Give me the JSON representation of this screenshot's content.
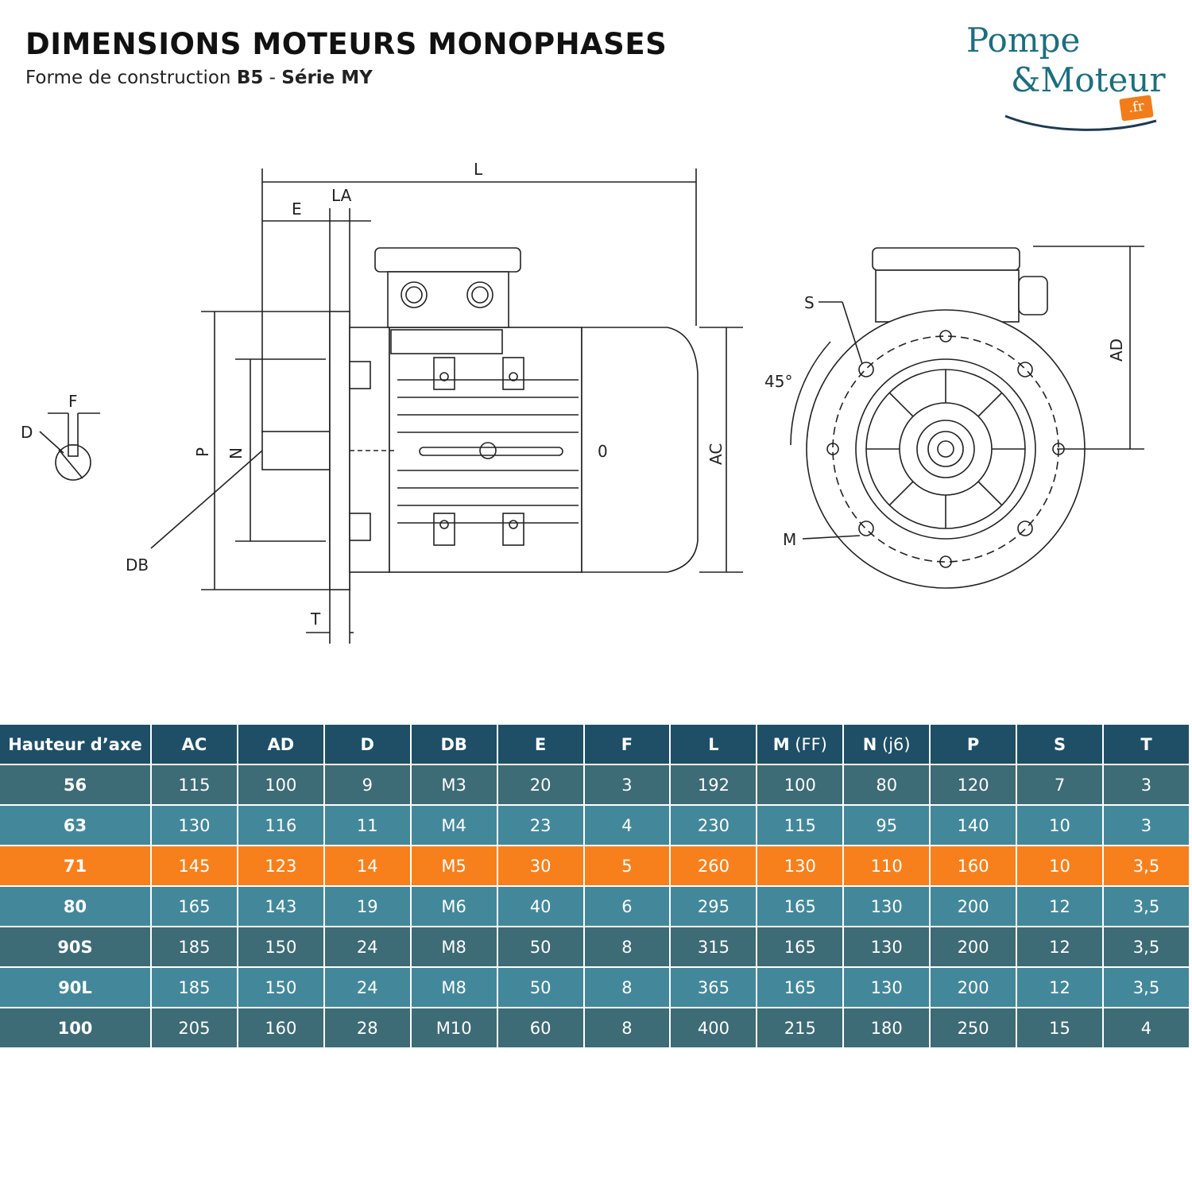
{
  "header": {
    "title": "DIMENSIONS MOTEURS MONOPHASES",
    "subtitle_prefix": "Forme de construction ",
    "subtitle_b5": "B5",
    "subtitle_mid": " - ",
    "subtitle_series": "Série MY"
  },
  "logo": {
    "line1": "Pompe",
    "line2": "&Moteur",
    "tld": ".fr",
    "colors": {
      "teal": "#1d6e7e",
      "navy": "#1f3a52",
      "orange": "#f07d1a"
    }
  },
  "drawing": {
    "labels": {
      "L": "L",
      "E": "E",
      "LA": "LA",
      "P": "P",
      "N": "N",
      "AC": "AC",
      "O": "0",
      "DB": "DB",
      "T": "T",
      "F": "F",
      "D": "D",
      "S": "S",
      "angle": "45°",
      "M": "M",
      "AD": "AD"
    }
  },
  "table": {
    "headers": [
      {
        "main": "Hauteur d’axe",
        "sub": ""
      },
      {
        "main": "AC",
        "sub": ""
      },
      {
        "main": "AD",
        "sub": ""
      },
      {
        "main": "D",
        "sub": ""
      },
      {
        "main": "DB",
        "sub": ""
      },
      {
        "main": "E",
        "sub": ""
      },
      {
        "main": "F",
        "sub": ""
      },
      {
        "main": "L",
        "sub": ""
      },
      {
        "main": "M",
        "sub": " (FF)"
      },
      {
        "main": "N",
        "sub": " (j6)"
      },
      {
        "main": "P",
        "sub": ""
      },
      {
        "main": "S",
        "sub": ""
      },
      {
        "main": "T",
        "sub": ""
      }
    ],
    "rows": [
      [
        "56",
        "115",
        "100",
        "9",
        "M3",
        "20",
        "3",
        "192",
        "100",
        "80",
        "120",
        "7",
        "3"
      ],
      [
        "63",
        "130",
        "116",
        "11",
        "M4",
        "23",
        "4",
        "230",
        "115",
        "95",
        "140",
        "10",
        "3"
      ],
      [
        "71",
        "145",
        "123",
        "14",
        "M5",
        "30",
        "5",
        "260",
        "130",
        "110",
        "160",
        "10",
        "3,5"
      ],
      [
        "80",
        "165",
        "143",
        "19",
        "M6",
        "40",
        "6",
        "295",
        "165",
        "130",
        "200",
        "12",
        "3,5"
      ],
      [
        "90S",
        "185",
        "150",
        "24",
        "M8",
        "50",
        "8",
        "315",
        "165",
        "130",
        "200",
        "12",
        "3,5"
      ],
      [
        "90L",
        "185",
        "150",
        "24",
        "M8",
        "50",
        "8",
        "365",
        "165",
        "130",
        "200",
        "12",
        "3,5"
      ],
      [
        "100",
        "205",
        "160",
        "28",
        "M10",
        "60",
        "8",
        "400",
        "215",
        "180",
        "250",
        "15",
        "4"
      ]
    ],
    "highlighted_row": "71",
    "colors": {
      "header": "#1e4f66",
      "dark_row": "#3d6b76",
      "light_row": "#43889a",
      "highlight": "#f8801c"
    }
  }
}
